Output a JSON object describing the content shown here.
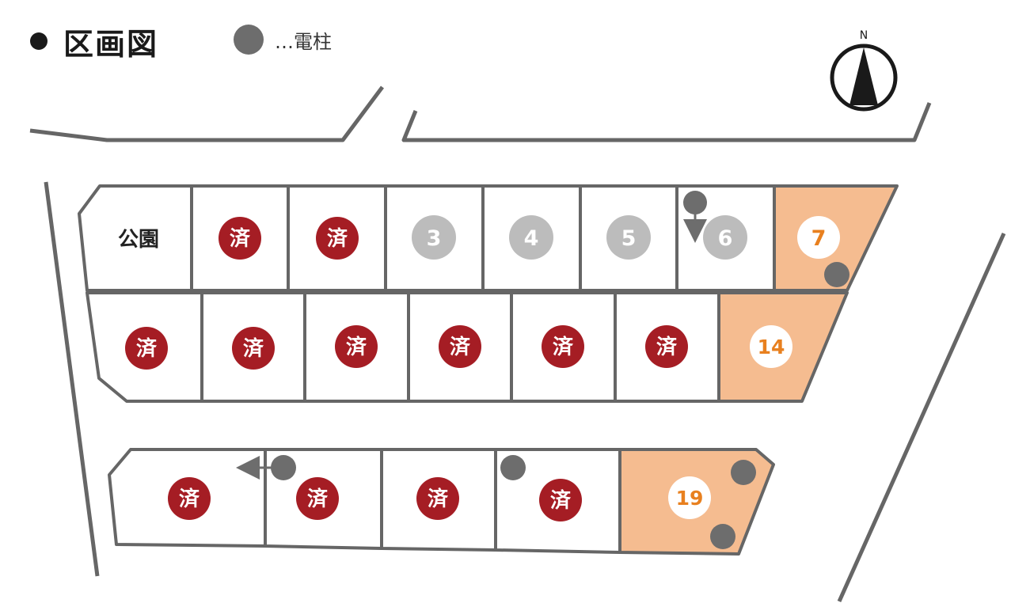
{
  "header": {
    "title": "区画図"
  },
  "legend": {
    "pole_label": "…電柱"
  },
  "compass": {
    "label": "N"
  },
  "park": {
    "label": "公園"
  },
  "sold_label": "済",
  "lots": {
    "l3": "3",
    "l4": "4",
    "l5": "5",
    "l6": "6",
    "l7": "7",
    "l14": "14",
    "l19": "19"
  },
  "colors": {
    "sold": "#a51d24",
    "reserved": "#bcbcbc",
    "available_fill": "#f5bc90",
    "available_text": "#e8801f",
    "pole": "#6d6d6d",
    "border": "#666666"
  }
}
